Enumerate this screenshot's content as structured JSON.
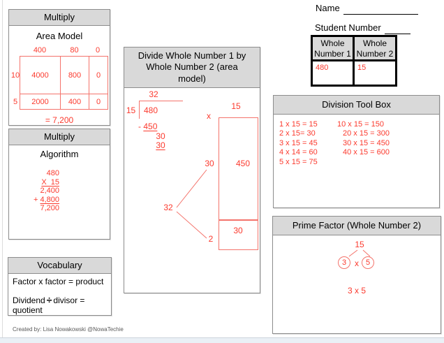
{
  "colors": {
    "red_text": "#fb3a2e",
    "red_line": "#f4736b",
    "header_bg": "#d9d9d9",
    "panel_border": "#8c8c8c",
    "table_border": "#000000",
    "credit_text": "#595959"
  },
  "header_fields": {
    "name_label": "Name",
    "student_label": "Student Number"
  },
  "numbers_table": {
    "headers": [
      "Whole Number 1",
      "Whole Number 2"
    ],
    "values": [
      "480",
      "15"
    ]
  },
  "multiply_area": {
    "title": "Multiply",
    "subtitle": "Area Model",
    "col_labels": [
      "400",
      "80",
      "0"
    ],
    "row_labels": [
      "10",
      "5"
    ],
    "rows": [
      [
        "4000",
        "800",
        "0"
      ],
      [
        "2000",
        "400",
        "0"
      ]
    ],
    "total": "= 7,200"
  },
  "multiply_algorithm": {
    "title": "Multiply",
    "subtitle": "Algorithm",
    "line1": "480",
    "line2": "X  15",
    "line3": "2,400",
    "line4_prefix": "+",
    "line4": "4,800",
    "line5": "7,200"
  },
  "vocabulary": {
    "title": "Vocabulary",
    "item1": "Factor x factor = product",
    "item2_pre": "Dividend",
    "item2_symbol": "÷",
    "item2_post": "divisor = quotient"
  },
  "divide_panel": {
    "title": "Divide Whole Number 1 by Whole Number 2 (area model)",
    "division": {
      "quotient": "32",
      "divisor": "15",
      "dividend": "480",
      "minus": "-",
      "subtrahend": "450",
      "bring_down": "30",
      "final": "30"
    },
    "area_model": {
      "multiply_sign": "x",
      "divisor_label": "15",
      "part1_length": "30",
      "part1_area": "450",
      "part2_length": "2",
      "part2_area": "30",
      "quotient_total": "32"
    }
  },
  "toolbox": {
    "title": "Division Tool Box",
    "col1": [
      "1 x 15 = 15",
      "2 x 15= 30",
      "3 x 15 = 45",
      "4 x 14 = 60",
      "5 x 15 = 75"
    ],
    "col2": [
      "10 x 15 = 150",
      "20 x 15 = 300",
      "30 x 15 = 450",
      "40 x 15 = 600"
    ]
  },
  "prime_factor": {
    "title": "Prime Factor (Whole Number 2)",
    "root": "15",
    "left_factor": "3",
    "operator": "x",
    "right_factor": "5",
    "product": "3 x 5"
  },
  "footer": {
    "credit": "Created by: Lisa Nowakowski @NowaTechie"
  }
}
